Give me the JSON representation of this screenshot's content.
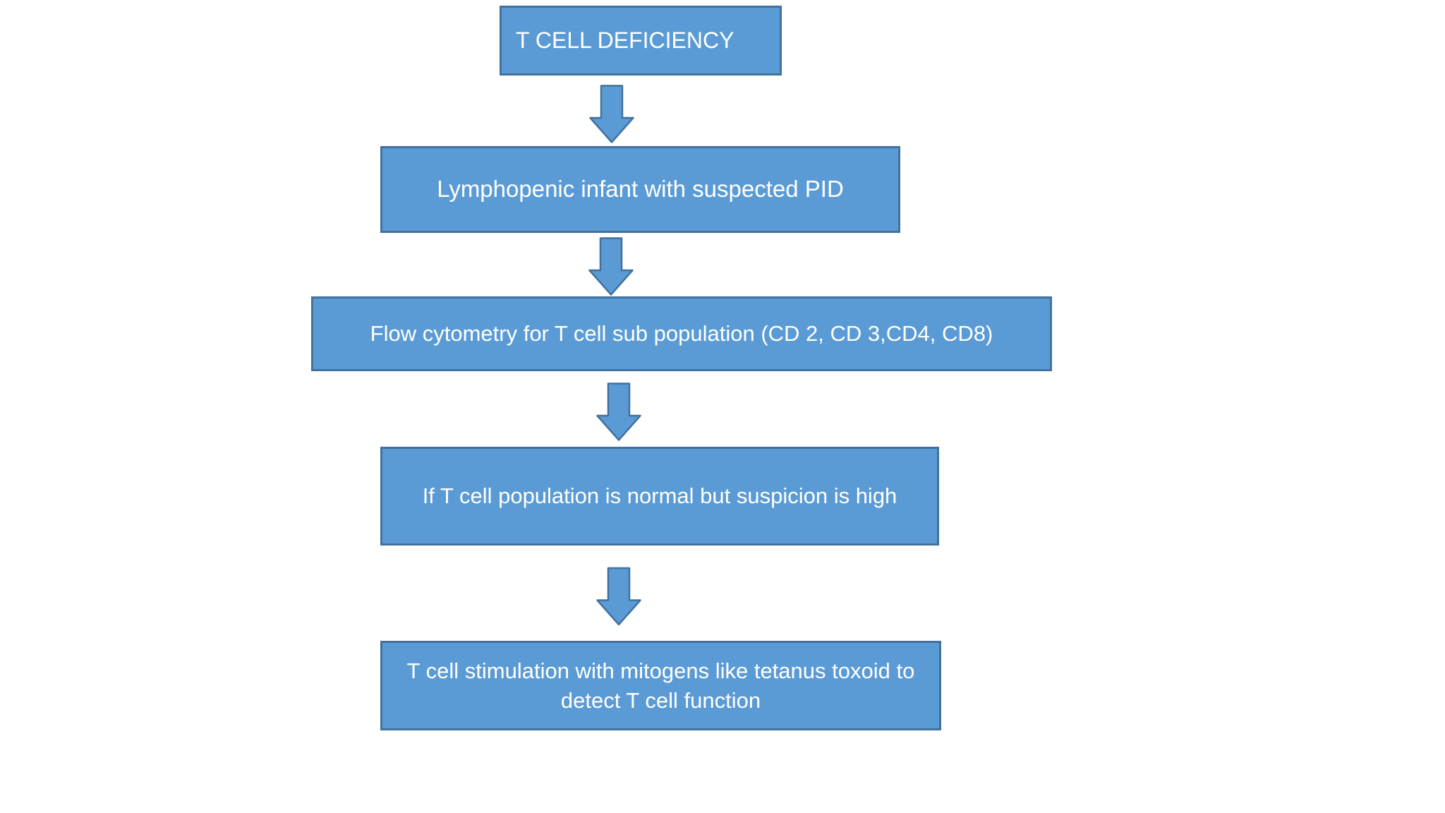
{
  "canvas": {
    "background_color": "#ffffff"
  },
  "flowchart": {
    "node_fill_color": "#5b9bd5",
    "node_border_color": "#41719c",
    "node_text_color": "#ffffff",
    "nodes": [
      {
        "id": "t-cell-deficiency",
        "label": "T CELL DEFICIENCY"
      },
      {
        "id": "lymphopenic-infant",
        "label": "Lymphopenic infant with suspected PID"
      },
      {
        "id": "flow-cytometry",
        "label": "Flow cytometry for T cell sub population (CD 2, CD 3,CD4, CD8)"
      },
      {
        "id": "normal-but-high-suspicion",
        "label": "If T cell population is normal but suspicion is high"
      },
      {
        "id": "t-cell-stimulation",
        "label": "T cell stimulation with mitogens like tetanus toxoid to detect T cell function"
      }
    ],
    "connectors": [
      {
        "from": "t-cell-deficiency",
        "to": "lymphopenic-infant",
        "type": "down-block-arrow"
      },
      {
        "from": "lymphopenic-infant",
        "to": "flow-cytometry",
        "type": "down-block-arrow"
      },
      {
        "from": "flow-cytometry",
        "to": "normal-but-high-suspicion",
        "type": "down-block-arrow"
      },
      {
        "from": "normal-but-high-suspicion",
        "to": "t-cell-stimulation",
        "type": "down-block-arrow"
      }
    ]
  }
}
